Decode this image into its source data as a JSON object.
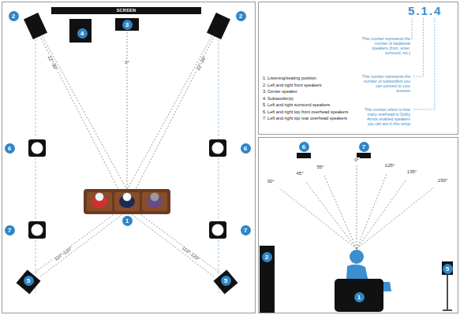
{
  "diagram": {
    "nodes": [
      {
        "text": [
          "SCREEN"
        ]
      },
      {
        "text": [
          "2"
        ]
      },
      {
        "text": [
          "4"
        ]
      },
      {
        "text": [
          "3"
        ]
      },
      {
        "text": [
          "2"
        ]
      },
      {
        "text": [
          "6"
        ]
      },
      {
        "text": [
          "6"
        ]
      },
      {
        "text": [
          "1"
        ]
      },
      {
        "text": [
          "7"
        ]
      },
      {
        "text": [
          "7"
        ]
      },
      {
        "text": [
          "5"
        ]
      },
      {
        "text": [
          "5"
        ]
      },
      {
        "text": [
          "6"
        ]
      },
      {
        "text": [
          "7"
        ]
      },
      {
        "text": [
          "2"
        ]
      },
      {
        "text": [
          "1"
        ]
      },
      {
        "text": [
          "5"
        ]
      }
    ],
    "labels": [
      "22°-30°",
      "0°",
      "22°-30°",
      "110°-120°",
      "110°-120°",
      "5.1.4",
      "This number represents the number of traditional speakers (front, enter, surround, etc.)",
      "This number represents the number of subwoofers you can connect to your receiver",
      "This number refers to how many overhead or Dolby Atmos enabled speakers you can are in this setup",
      "1. Listening/seating position",
      "2. Left and right front speakers",
      "3. Center speaker",
      "4. Subwoofer(s)",
      "5. Left and right surround speakers",
      "6. Left and right top front overhead speakers",
      "7. Left and right top rear overhead speakers",
      "30°",
      "45°",
      "55°",
      "0°",
      "125°",
      "135°",
      "150°"
    ]
  }
}
